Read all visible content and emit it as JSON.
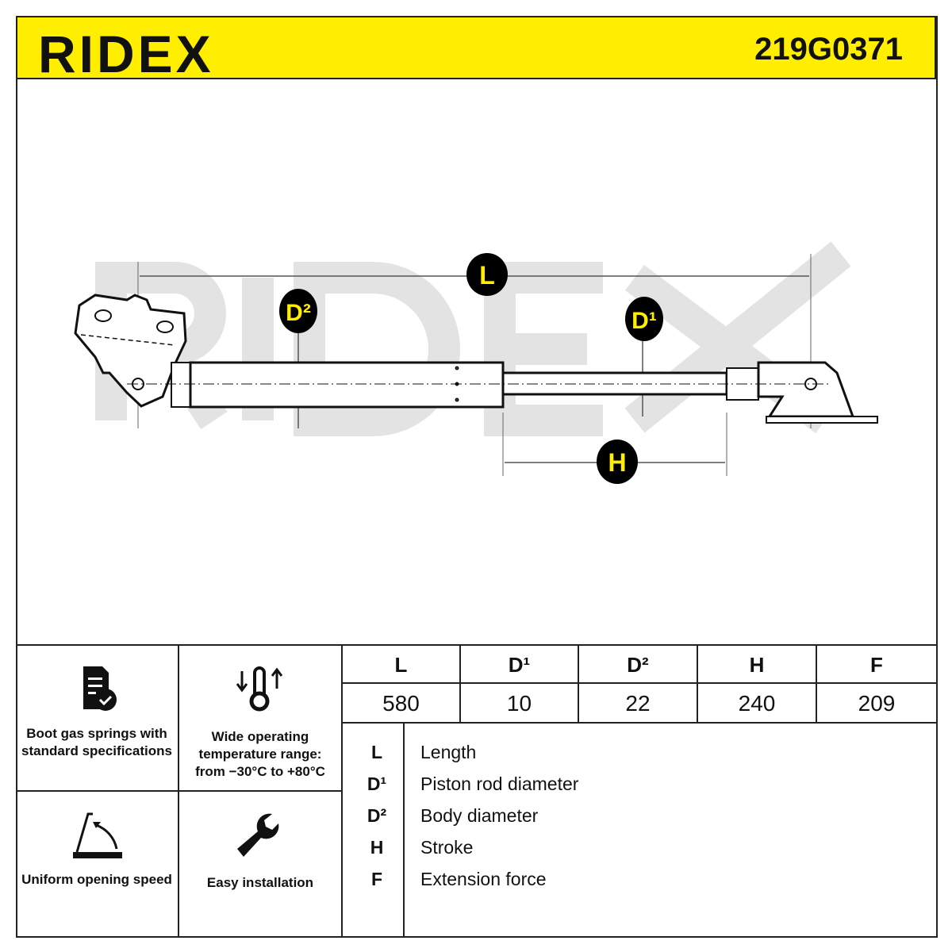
{
  "header": {
    "brand": "RIDEX",
    "part_number": "219G0371"
  },
  "diagram": {
    "labels": {
      "L": "L",
      "D2": "D²",
      "D1": "D¹",
      "H": "H"
    },
    "watermark": "RIDEX"
  },
  "features": [
    {
      "icon": "document-check-icon",
      "text": "Boot gas springs with standard specifications"
    },
    {
      "icon": "thermometer-arrows-icon",
      "text": "Wide operating temperature range: from −30°C to +80°C"
    },
    {
      "icon": "opening-angle-icon",
      "text": "Uniform opening speed"
    },
    {
      "icon": "wrench-icon",
      "text": "Easy installation"
    }
  ],
  "specs": {
    "headers": [
      "L",
      "D¹",
      "D²",
      "H",
      "F"
    ],
    "values": [
      "580",
      "10",
      "22",
      "240",
      "209"
    ]
  },
  "legend": [
    {
      "key": "L",
      "label": "Length"
    },
    {
      "key": "D¹",
      "label": "Piston rod diameter"
    },
    {
      "key": "D²",
      "label": "Body diameter"
    },
    {
      "key": "H",
      "label": "Stroke"
    },
    {
      "key": "F",
      "label": "Extension force"
    }
  ],
  "colors": {
    "accent": "#ffee00",
    "dark": "#111111"
  }
}
